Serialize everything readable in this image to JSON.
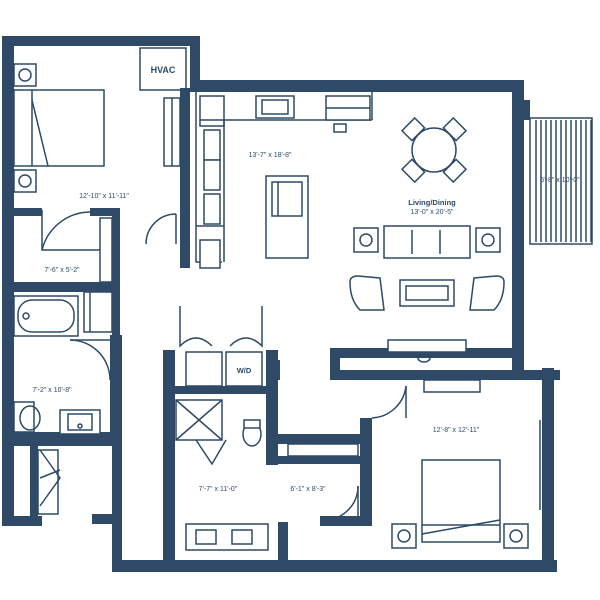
{
  "colors": {
    "wall": "#2e4a66",
    "background": "#ffffff"
  },
  "rooms": {
    "bedroom_1": {
      "dims": "12'-10\" x 11'-11\""
    },
    "closet_1": {
      "dims": "7'-6\" x 5'-2\""
    },
    "bath_1": {
      "dims": "7'-2\" x 10'-8\""
    },
    "kitchen": {
      "dims": "13'-7\" x 18'-8\""
    },
    "living": {
      "name": "Living/Dining",
      "dims": "13'-0\" x 20'-5\""
    },
    "balcony": {
      "dims": "5'-8\" x 10'-0\""
    },
    "bedroom_2": {
      "dims": "12'-8\" x 12'-11\""
    },
    "bath_2": {
      "dims": "7'-7\" x 11'-0\""
    },
    "closet_2": {
      "dims": "6'-1\" x 8'-3\""
    }
  },
  "labels": {
    "hvac": "HVAC",
    "laundry": "W/D"
  }
}
